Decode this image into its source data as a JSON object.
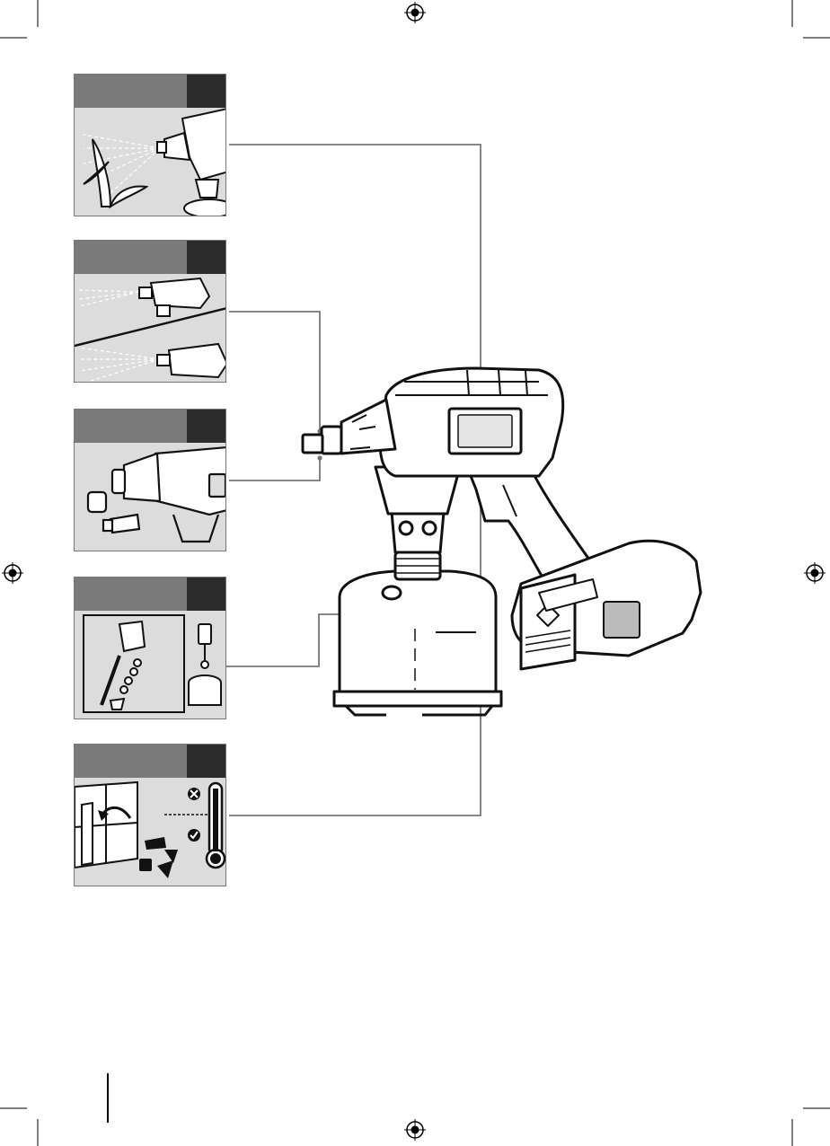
{
  "page": {
    "description_panels": [
      {
        "id": "spray-use",
        "icon": "plant-spray-icon"
      },
      {
        "id": "spray-patterns",
        "icon": "spray-pattern-icon"
      },
      {
        "id": "nozzle-attachments",
        "icon": "nozzle-icon"
      },
      {
        "id": "accessories-set",
        "icon": "accessories-icon"
      },
      {
        "id": "storage-temperature",
        "icon": "thermometer-icon"
      }
    ],
    "colors": {
      "panel_bg": "#dcdcdc",
      "header_grey": "#7a7a7a",
      "header_dark": "#2b2b2b",
      "line": "#777777"
    }
  }
}
